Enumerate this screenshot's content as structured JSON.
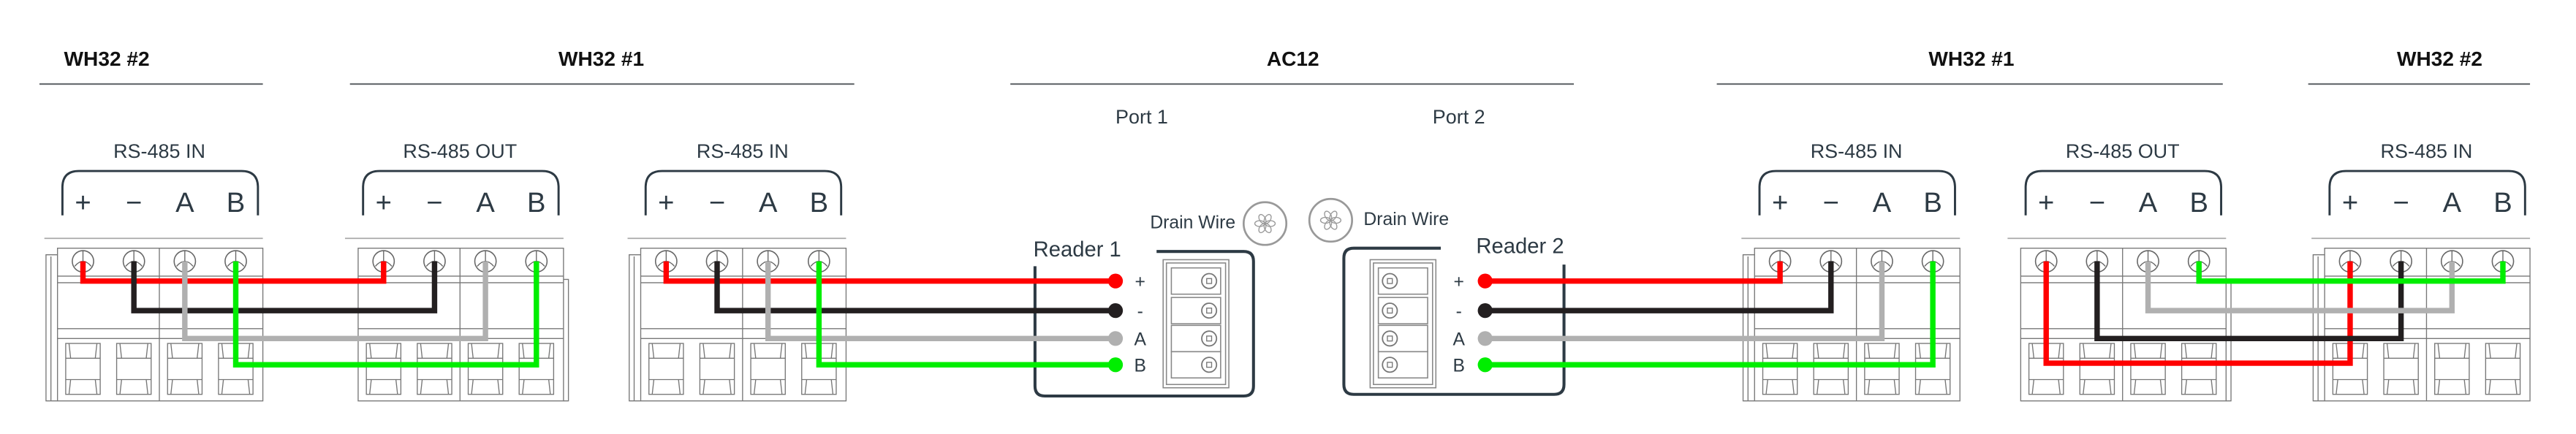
{
  "headers": [
    "WH32 #2",
    "WH32 #1",
    "AC12",
    "WH32 #1",
    "WH32 #2"
  ],
  "ports": [
    "Port 1",
    "Port 2"
  ],
  "blocks": [
    {
      "label": "RS-485 IN",
      "terminals": [
        "+",
        "−",
        "A",
        "B"
      ]
    },
    {
      "label": "RS-485 OUT",
      "terminals": [
        "+",
        "−",
        "A",
        "B"
      ]
    },
    {
      "label": "RS-485 IN",
      "terminals": [
        "+",
        "−",
        "A",
        "B"
      ]
    },
    {
      "label": "RS-485 IN",
      "terminals": [
        "+",
        "−",
        "A",
        "B"
      ]
    },
    {
      "label": "RS-485 OUT",
      "terminals": [
        "+",
        "−",
        "A",
        "B"
      ]
    },
    {
      "label": "RS-485 IN",
      "terminals": [
        "+",
        "−",
        "A",
        "B"
      ]
    }
  ],
  "readers": [
    {
      "label": "Reader 1",
      "drain": "Drain Wire",
      "pins": [
        "+",
        "-",
        "A",
        "B"
      ]
    },
    {
      "label": "Reader 2",
      "drain": "Drain Wire",
      "pins": [
        "+",
        "-",
        "A",
        "B"
      ]
    }
  ],
  "wire_colors": {
    "plus": "#ff0000",
    "minus": "#231f20",
    "a": "#b0b0b0",
    "b": "#00ee00"
  }
}
